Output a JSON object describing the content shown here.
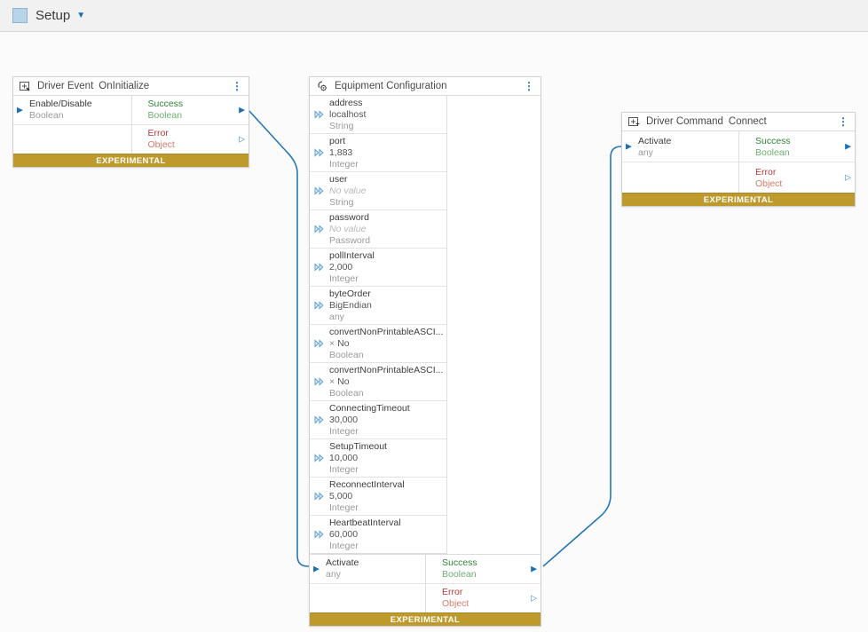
{
  "topbar": {
    "title": "Setup",
    "caret": "▼"
  },
  "icons": {
    "caret_down": "▼",
    "kebab": "⋮",
    "arrow_filled": "▶",
    "arrow_hollow": "▷",
    "x_mark": "×"
  },
  "colors": {
    "accent_blue": "#1a71b8",
    "wire_blue": "#2878b5",
    "success_name": "#318239",
    "success_type": "#6fae6f",
    "error_name": "#b23b3b",
    "error_type": "#da7a6a",
    "banner_gold": "#bd9a2b",
    "swatch_blue": "#b9d3e8"
  },
  "nodes": {
    "driver_event": {
      "title_type": "Driver Event",
      "title_name": "OnInitialize",
      "inputs": [
        {
          "name": "Enable/Disable",
          "type": "Boolean"
        }
      ],
      "outputs": [
        {
          "name": "Success",
          "type": "Boolean"
        },
        {
          "name": "Error",
          "type": "Object"
        }
      ],
      "banner": "EXPERIMENTAL"
    },
    "equipment": {
      "title": "Equipment Configuration",
      "params": [
        {
          "name": "address",
          "value": "localhost",
          "type": "String"
        },
        {
          "name": "port",
          "value": "1,883",
          "type": "Integer"
        },
        {
          "name": "user",
          "value": "No value",
          "type": "String",
          "empty": true
        },
        {
          "name": "password",
          "value": "No value",
          "type": "Password",
          "empty": true
        },
        {
          "name": "pollInterval",
          "value": "2,000",
          "type": "Integer"
        },
        {
          "name": "byteOrder",
          "value": "BigEndian",
          "type": "any"
        },
        {
          "name": "convertNonPrintableASCI...",
          "value": "No",
          "type": "Boolean",
          "x_icon": true
        },
        {
          "name": "convertNonPrintableASCI...",
          "value": "No",
          "type": "Boolean",
          "x_icon": true
        },
        {
          "name": "ConnectingTimeout",
          "value": "30,000",
          "type": "Integer"
        },
        {
          "name": "SetupTimeout",
          "value": "10,000",
          "type": "Integer"
        },
        {
          "name": "ReconnectInterval",
          "value": "5,000",
          "type": "Integer"
        },
        {
          "name": "HeartbeatInterval",
          "value": "60,000",
          "type": "Integer"
        }
      ],
      "inputs": [
        {
          "name": "Activate",
          "type": "any"
        }
      ],
      "outputs": [
        {
          "name": "Success",
          "type": "Boolean"
        },
        {
          "name": "Error",
          "type": "Object"
        }
      ],
      "banner": "EXPERIMENTAL"
    },
    "driver_command": {
      "title_type": "Driver Command",
      "title_name": "Connect",
      "inputs": [
        {
          "name": "Activate",
          "type": "any"
        }
      ],
      "outputs": [
        {
          "name": "Success",
          "type": "Boolean"
        },
        {
          "name": "Error",
          "type": "Object"
        }
      ],
      "banner": "EXPERIMENTAL"
    }
  }
}
